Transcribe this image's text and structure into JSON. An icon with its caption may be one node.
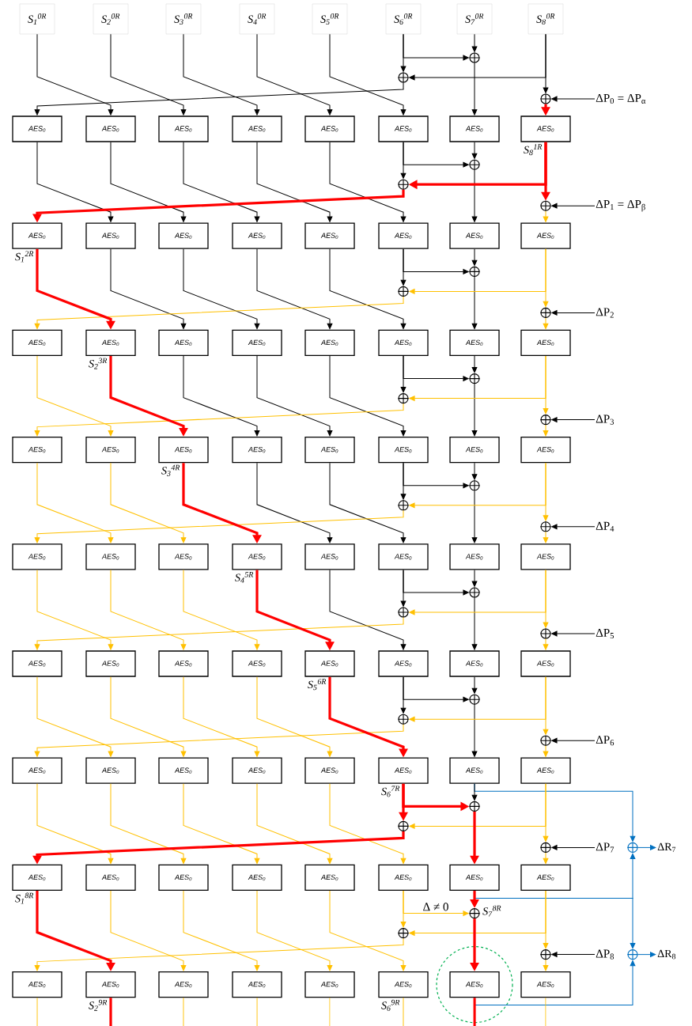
{
  "diagram": {
    "nodes": [
      {
        "text": [
          "S$_{1}$$^{0R}$"
        ]
      },
      {
        "text": [
          "S$_{2}$$^{0R}$"
        ]
      },
      {
        "text": [
          "S$_{3}$$^{0R}$"
        ]
      },
      {
        "text": [
          "S$_{4}$$^{0R}$"
        ]
      },
      {
        "text": [
          "S$_{5}$$^{0R}$"
        ]
      },
      {
        "text": [
          "S$_{6}$$^{0R}$"
        ]
      },
      {
        "text": [
          "S$_{7}$$^{0R}$"
        ]
      },
      {
        "text": [
          "S$_{8}$$^{0R}$"
        ]
      },
      {
        "text": [
          "AES$_{0}$"
        ]
      },
      {
        "text": [
          "AES$_{0}$"
        ]
      },
      {
        "text": [
          "AES$_{0}$"
        ]
      },
      {
        "text": [
          "AES$_{0}$"
        ]
      },
      {
        "text": [
          "AES$_{0}$"
        ]
      },
      {
        "text": [
          "AES$_{0}$"
        ]
      },
      {
        "text": [
          "AES$_{0}$"
        ]
      },
      {
        "text": [
          "AES$_{0}$"
        ],
        "beside": [
          "S$_{8}$$^{1R}$"
        ]
      },
      {
        "text": [
          "AES$_{0}$"
        ],
        "beside": [
          "S$_{1}$$^{2R}$"
        ]
      },
      {
        "text": [
          "AES$_{0}$"
        ]
      },
      {
        "text": [
          "AES$_{0}$"
        ]
      },
      {
        "text": [
          "AES$_{0}$"
        ]
      },
      {
        "text": [
          "AES$_{0}$"
        ]
      },
      {
        "text": [
          "AES$_{0}$"
        ]
      },
      {
        "text": [
          "AES$_{0}$"
        ]
      },
      {
        "text": [
          "AES$_{0}$"
        ]
      },
      {
        "text": [
          "AES$_{0}$"
        ]
      },
      {
        "text": [
          "AES$_{0}$"
        ],
        "beside": [
          "S$_{2}$$^{3R}$"
        ]
      },
      {
        "text": [
          "AES$_{0}$"
        ]
      },
      {
        "text": [
          "AES$_{0}$"
        ]
      },
      {
        "text": [
          "AES$_{0}$"
        ]
      },
      {
        "text": [
          "AES$_{0}$"
        ]
      },
      {
        "text": [
          "AES$_{0}$"
        ]
      },
      {
        "text": [
          "AES$_{0}$"
        ]
      },
      {
        "text": [
          "AES$_{0}$"
        ]
      },
      {
        "text": [
          "AES$_{0}$"
        ]
      },
      {
        "text": [
          "AES$_{0}$"
        ],
        "beside": [
          "S$_{3}$$^{4R}$"
        ]
      },
      {
        "text": [
          "AES$_{0}$"
        ]
      },
      {
        "text": [
          "AES$_{0}$"
        ]
      },
      {
        "text": [
          "AES$_{0}$"
        ]
      },
      {
        "text": [
          "AES$_{0}$"
        ]
      },
      {
        "text": [
          "AES$_{0}$"
        ]
      },
      {
        "text": [
          "AES$_{0}$"
        ]
      },
      {
        "text": [
          "AES$_{0}$"
        ]
      },
      {
        "text": [
          "AES$_{0}$"
        ]
      },
      {
        "text": [
          "AES$_{0}$"
        ],
        "beside": [
          "S$_{4}$$^{5R}$"
        ]
      },
      {
        "text": [
          "AES$_{0}$"
        ]
      },
      {
        "text": [
          "AES$_{0}$"
        ]
      },
      {
        "text": [
          "AES$_{0}$"
        ]
      },
      {
        "text": [
          "AES$_{0}$"
        ]
      },
      {
        "text": [
          "AES$_{0}$"
        ]
      },
      {
        "text": [
          "AES$_{0}$"
        ]
      },
      {
        "text": [
          "AES$_{0}$"
        ]
      },
      {
        "text": [
          "AES$_{0}$"
        ]
      },
      {
        "text": [
          "AES$_{0}$"
        ],
        "beside": [
          "S$_{5}$$^{6R}$"
        ]
      },
      {
        "text": [
          "AES$_{0}$"
        ]
      },
      {
        "text": [
          "AES$_{0}$"
        ]
      },
      {
        "text": [
          "AES$_{0}$"
        ]
      },
      {
        "text": [
          "AES$_{0}$"
        ]
      },
      {
        "text": [
          "AES$_{0}$"
        ]
      },
      {
        "text": [
          "AES$_{0}$"
        ]
      },
      {
        "text": [
          "AES$_{0}$"
        ]
      },
      {
        "text": [
          "AES$_{0}$"
        ]
      },
      {
        "text": [
          "AES$_{0}$"
        ],
        "beside": [
          "S$_{6}$$^{7R}$"
        ]
      },
      {
        "text": [
          "AES$_{0}$"
        ]
      },
      {
        "text": [
          "AES$_{0}$"
        ]
      },
      {
        "text": [
          "AES$_{0}$"
        ],
        "beside": [
          "S$_{1}$$^{8R}$"
        ]
      },
      {
        "text": [
          "AES$_{0}$"
        ]
      },
      {
        "text": [
          "AES$_{0}$"
        ]
      },
      {
        "text": [
          "AES$_{0}$"
        ]
      },
      {
        "text": [
          "AES$_{0}$"
        ]
      },
      {
        "text": [
          "AES$_{0}$"
        ]
      },
      {
        "text": [
          "AES$_{0}$"
        ]
      },
      {
        "text": [
          "AES$_{0}$"
        ]
      },
      {
        "text": [
          "AES$_{0}$"
        ]
      },
      {
        "text": [
          "AES$_{0}$"
        ],
        "beside": [
          "S$_{2}$$^{9R}$"
        ]
      },
      {
        "text": [
          "AES$_{0}$"
        ]
      },
      {
        "text": [
          "AES$_{0}$"
        ]
      },
      {
        "text": [
          "AES$_{0}$"
        ]
      },
      {
        "text": [
          "AES$_{0}$"
        ],
        "beside": [
          "S$_{6}$$^{9R}$"
        ]
      },
      {
        "text": [
          "AES$_{0}$"
        ]
      },
      {
        "text": [
          "AES$_{0}$"
        ]
      },
      {
        "text": [],
        "shape": "circle"
      },
      {
        "text": [],
        "shape": "circle"
      },
      {
        "text": [],
        "shape": "circle"
      },
      {
        "text": [],
        "shape": "circle"
      },
      {
        "text": [],
        "shape": "circle"
      },
      {
        "text": [],
        "shape": "circle"
      },
      {
        "text": [],
        "shape": "circle"
      },
      {
        "text": [],
        "shape": "circle"
      },
      {
        "text": [],
        "shape": "circle"
      },
      {
        "text": [],
        "shape": "circle"
      },
      {
        "text": [],
        "shape": "circle"
      },
      {
        "text": [],
        "shape": "circle"
      },
      {
        "text": [],
        "shape": "circle"
      },
      {
        "text": [],
        "shape": "circle"
      },
      {
        "text": [],
        "shape": "circle"
      },
      {
        "text": [],
        "shape": "circle"
      },
      {
        "text": [],
        "shape": "circle"
      },
      {
        "text": [],
        "shape": "circle"
      },
      {
        "text": [],
        "shape": "circle"
      },
      {
        "text": [],
        "shape": "circle"
      },
      {
        "text": [],
        "shape": "circle"
      },
      {
        "text": [],
        "shape": "circle"
      },
      {
        "text": [],
        "shape": "circle"
      },
      {
        "text": [],
        "shape": "circle"
      },
      {
        "text": [],
        "shape": "circle",
        "beside": [
          "S$_{7}$$^{8R}$"
        ]
      },
      {
        "text": [],
        "shape": "circle"
      },
      {
        "text": [],
        "shape": "circle"
      },
      {
        "text": [
          "ΔP$_{0}$ = ΔP$_{α}$"
        ]
      },
      {
        "text": [
          "ΔP$_{1}$ = ΔP$_{β}$"
        ]
      },
      {
        "text": [
          "ΔP$_{2}$"
        ]
      },
      {
        "text": [
          "ΔP$_{3}$"
        ]
      },
      {
        "text": [
          "ΔP$_{4}$"
        ]
      },
      {
        "text": [
          "ΔP$_{5}$"
        ]
      },
      {
        "text": [
          "ΔP$_{6}$"
        ]
      },
      {
        "text": [
          "ΔP$_{7}$"
        ]
      },
      {
        "text": [
          "ΔP$_{8}$"
        ]
      },
      {
        "text": [],
        "shape": "circle"
      },
      {
        "text": [],
        "shape": "circle"
      },
      {
        "text": [
          "ΔR$_{7}$"
        ]
      },
      {
        "text": [
          "ΔR$_{8}$"
        ]
      }
    ],
    "edges": [
      {
        "from": 0,
        "to": 9,
        "arrow": "to"
      },
      {
        "from": 1,
        "to": 10,
        "arrow": "to"
      },
      {
        "from": 2,
        "to": 11,
        "arrow": "to"
      },
      {
        "from": 3,
        "to": 12,
        "arrow": "to"
      },
      {
        "from": 4,
        "to": 13,
        "arrow": "to"
      },
      {
        "from": 5,
        "to": 81,
        "arrow": "to"
      },
      {
        "from": 5,
        "to": 80,
        "arrow": "to"
      },
      {
        "from": 6,
        "to": 80,
        "arrow": "to"
      },
      {
        "from": 80,
        "to": 14,
        "arrow": "to"
      },
      {
        "from": 7,
        "to": 81,
        "arrow": "to"
      },
      {
        "from": 7,
        "to": 82,
        "arrow": "to"
      },
      {
        "from": 107,
        "to": 82,
        "arrow": "to"
      },
      {
        "from": 82,
        "to": 15,
        "arrow": "to",
        "color": "#ff0000",
        "style": "thick"
      },
      {
        "from": 81,
        "to": 8,
        "arrow": "to"
      },
      {
        "from": 8,
        "to": 17,
        "arrow": "to"
      },
      {
        "from": 9,
        "to": 18,
        "arrow": "to"
      },
      {
        "from": 10,
        "to": 19,
        "arrow": "to"
      },
      {
        "from": 11,
        "to": 20,
        "arrow": "to"
      },
      {
        "from": 12,
        "to": 21,
        "arrow": "to"
      },
      {
        "from": 13,
        "to": 84,
        "arrow": "to"
      },
      {
        "from": 13,
        "to": 83,
        "arrow": "to"
      },
      {
        "from": 14,
        "to": 83,
        "arrow": "to"
      },
      {
        "from": 83,
        "to": 22,
        "arrow": "to"
      },
      {
        "from": 15,
        "to": 84,
        "arrow": "to",
        "color": "#ff0000",
        "style": "thick"
      },
      {
        "from": 15,
        "to": 85,
        "arrow": "to",
        "color": "#ff0000",
        "style": "thick"
      },
      {
        "from": 108,
        "to": 85,
        "arrow": "to"
      },
      {
        "from": 85,
        "to": 23,
        "arrow": "to",
        "color": "#ffc000"
      },
      {
        "from": 84,
        "to": 16,
        "arrow": "to",
        "color": "#ff0000",
        "style": "thick"
      },
      {
        "from": 16,
        "to": 25,
        "arrow": "to",
        "color": "#ff0000",
        "style": "thick"
      },
      {
        "from": 17,
        "to": 26,
        "arrow": "to"
      },
      {
        "from": 18,
        "to": 27,
        "arrow": "to"
      },
      {
        "from": 19,
        "to": 28,
        "arrow": "to"
      },
      {
        "from": 20,
        "to": 29,
        "arrow": "to"
      },
      {
        "from": 21,
        "to": 87,
        "arrow": "to"
      },
      {
        "from": 21,
        "to": 86,
        "arrow": "to"
      },
      {
        "from": 22,
        "to": 86,
        "arrow": "to"
      },
      {
        "from": 86,
        "to": 30,
        "arrow": "to"
      },
      {
        "from": 23,
        "to": 87,
        "arrow": "to",
        "color": "#ffc000"
      },
      {
        "from": 23,
        "to": 88,
        "arrow": "to",
        "color": "#ffc000"
      },
      {
        "from": 109,
        "to": 88,
        "arrow": "to"
      },
      {
        "from": 88,
        "to": 31,
        "arrow": "to",
        "color": "#ffc000"
      },
      {
        "from": 87,
        "to": 24,
        "arrow": "to",
        "color": "#ffc000"
      },
      {
        "from": 24,
        "to": 33,
        "arrow": "to",
        "color": "#ffc000"
      },
      {
        "from": 25,
        "to": 34,
        "arrow": "to",
        "color": "#ff0000",
        "style": "thick"
      },
      {
        "from": 26,
        "to": 35,
        "arrow": "to"
      },
      {
        "from": 27,
        "to": 36,
        "arrow": "to"
      },
      {
        "from": 28,
        "to": 37,
        "arrow": "to"
      },
      {
        "from": 29,
        "to": 90,
        "arrow": "to"
      },
      {
        "from": 29,
        "to": 89,
        "arrow": "to"
      },
      {
        "from": 30,
        "to": 89,
        "arrow": "to"
      },
      {
        "from": 89,
        "to": 38,
        "arrow": "to"
      },
      {
        "from": 31,
        "to": 90,
        "arrow": "to",
        "color": "#ffc000"
      },
      {
        "from": 31,
        "to": 91,
        "arrow": "to",
        "color": "#ffc000"
      },
      {
        "from": 110,
        "to": 91,
        "arrow": "to"
      },
      {
        "from": 91,
        "to": 39,
        "arrow": "to",
        "color": "#ffc000"
      },
      {
        "from": 90,
        "to": 32,
        "arrow": "to",
        "color": "#ffc000"
      },
      {
        "from": 32,
        "to": 41,
        "arrow": "to",
        "color": "#ffc000"
      },
      {
        "from": 33,
        "to": 42,
        "arrow": "to",
        "color": "#ffc000"
      },
      {
        "from": 34,
        "to": 43,
        "arrow": "to",
        "color": "#ff0000",
        "style": "thick"
      },
      {
        "from": 35,
        "to": 44,
        "arrow": "to"
      },
      {
        "from": 36,
        "to": 45,
        "arrow": "to"
      },
      {
        "from": 37,
        "to": 93,
        "arrow": "to"
      },
      {
        "from": 37,
        "to": 92,
        "arrow": "to"
      },
      {
        "from": 38,
        "to": 92,
        "arrow": "to"
      },
      {
        "from": 92,
        "to": 46,
        "arrow": "to"
      },
      {
        "from": 39,
        "to": 93,
        "arrow": "to",
        "color": "#ffc000"
      },
      {
        "from": 39,
        "to": 94,
        "arrow": "to",
        "color": "#ffc000"
      },
      {
        "from": 111,
        "to": 94,
        "arrow": "to"
      },
      {
        "from": 94,
        "to": 47,
        "arrow": "to",
        "color": "#ffc000"
      },
      {
        "from": 93,
        "to": 40,
        "arrow": "to",
        "color": "#ffc000"
      },
      {
        "from": 40,
        "to": 49,
        "arrow": "to",
        "color": "#ffc000"
      },
      {
        "from": 41,
        "to": 50,
        "arrow": "to",
        "color": "#ffc000"
      },
      {
        "from": 42,
        "to": 51,
        "arrow": "to",
        "color": "#ffc000"
      },
      {
        "from": 43,
        "to": 52,
        "arrow": "to",
        "color": "#ff0000",
        "style": "thick"
      },
      {
        "from": 44,
        "to": 53,
        "arrow": "to"
      },
      {
        "from": 45,
        "to": 96,
        "arrow": "to"
      },
      {
        "from": 45,
        "to": 95,
        "arrow": "to"
      },
      {
        "from": 46,
        "to": 95,
        "arrow": "to"
      },
      {
        "from": 95,
        "to": 54,
        "arrow": "to"
      },
      {
        "from": 47,
        "to": 96,
        "arrow": "to",
        "color": "#ffc000"
      },
      {
        "from": 47,
        "to": 97,
        "arrow": "to",
        "color": "#ffc000"
      },
      {
        "from": 112,
        "to": 97,
        "arrow": "to"
      },
      {
        "from": 97,
        "to": 55,
        "arrow": "to",
        "color": "#ffc000"
      },
      {
        "from": 96,
        "to": 48,
        "arrow": "to",
        "color": "#ffc000"
      },
      {
        "from": 48,
        "to": 57,
        "arrow": "to",
        "color": "#ffc000"
      },
      {
        "from": 49,
        "to": 58,
        "arrow": "to",
        "color": "#ffc000"
      },
      {
        "from": 50,
        "to": 59,
        "arrow": "to",
        "color": "#ffc000"
      },
      {
        "from": 51,
        "to": 60,
        "arrow": "to",
        "color": "#ffc000"
      },
      {
        "from": 52,
        "to": 61,
        "arrow": "to",
        "color": "#ff0000",
        "style": "thick"
      },
      {
        "from": 53,
        "to": 99,
        "arrow": "to"
      },
      {
        "from": 53,
        "to": 98,
        "arrow": "to"
      },
      {
        "from": 54,
        "to": 98,
        "arrow": "to"
      },
      {
        "from": 98,
        "to": 62,
        "arrow": "to"
      },
      {
        "from": 55,
        "to": 99,
        "arrow": "to",
        "color": "#ffc000"
      },
      {
        "from": 55,
        "to": 100,
        "arrow": "to",
        "color": "#ffc000"
      },
      {
        "from": 113,
        "to": 100,
        "arrow": "to"
      },
      {
        "from": 100,
        "to": 63,
        "arrow": "to",
        "color": "#ffc000"
      },
      {
        "from": 99,
        "to": 56,
        "arrow": "to",
        "color": "#ffc000"
      },
      {
        "from": 56,
        "to": 65,
        "arrow": "to",
        "color": "#ffc000"
      },
      {
        "from": 57,
        "to": 66,
        "arrow": "to",
        "color": "#ffc000"
      },
      {
        "from": 58,
        "to": 67,
        "arrow": "to",
        "color": "#ffc000"
      },
      {
        "from": 59,
        "to": 68,
        "arrow": "to",
        "color": "#ffc000"
      },
      {
        "from": 60,
        "to": 69,
        "arrow": "to",
        "color": "#ffc000"
      },
      {
        "from": 61,
        "to": 102,
        "arrow": "to",
        "color": "#ff0000",
        "style": "thick"
      },
      {
        "from": 61,
        "to": 101,
        "arrow": "to",
        "color": "#ff0000",
        "style": "thick"
      },
      {
        "from": 62,
        "to": 101,
        "arrow": "to"
      },
      {
        "from": 101,
        "to": 70,
        "arrow": "to",
        "color": "#ff0000",
        "style": "thick"
      },
      {
        "from": 63,
        "to": 102,
        "arrow": "to",
        "color": "#ffc000"
      },
      {
        "from": 63,
        "to": 103,
        "arrow": "to",
        "color": "#ffc000"
      },
      {
        "from": 114,
        "to": 103,
        "arrow": "to"
      },
      {
        "from": 103,
        "to": 71,
        "arrow": "to",
        "color": "#ffc000"
      },
      {
        "from": 102,
        "to": 64,
        "arrow": "to",
        "color": "#ff0000",
        "style": "thick"
      },
      {
        "from": 64,
        "to": 73,
        "arrow": "to",
        "color": "#ff0000",
        "style": "thick"
      },
      {
        "from": 65,
        "to": 74,
        "arrow": "to",
        "color": "#ffc000"
      },
      {
        "from": 66,
        "to": 75,
        "arrow": "to",
        "color": "#ffc000"
      },
      {
        "from": 67,
        "to": 76,
        "arrow": "to",
        "color": "#ffc000"
      },
      {
        "from": 68,
        "to": 77,
        "arrow": "to",
        "color": "#ffc000"
      },
      {
        "from": 69,
        "to": 105,
        "arrow": "to",
        "color": "#ffc000"
      },
      {
        "from": 69,
        "to": 104,
        "arrow": "to",
        "color": "#ffc000",
        "label": "Δ ≠ 0"
      },
      {
        "from": 70,
        "to": 104,
        "arrow": "to",
        "color": "#ff0000",
        "style": "thick"
      },
      {
        "from": 104,
        "to": 78,
        "arrow": "to",
        "color": "#ff0000",
        "style": "thick"
      },
      {
        "from": 71,
        "to": 105,
        "arrow": "to",
        "color": "#ffc000"
      },
      {
        "from": 71,
        "to": 106,
        "arrow": "to",
        "color": "#ffc000"
      },
      {
        "from": 115,
        "to": 106,
        "arrow": "to"
      },
      {
        "from": 106,
        "to": 79,
        "arrow": "to",
        "color": "#ffc000"
      },
      {
        "from": 105,
        "to": 72,
        "arrow": "to",
        "color": "#ffc000"
      },
      {
        "from": 72,
        "to": null,
        "arrow": "none",
        "color": "#ffc000"
      },
      {
        "from": 73,
        "to": null,
        "arrow": "none",
        "color": "#ff0000",
        "style": "thick"
      },
      {
        "from": 74,
        "to": null,
        "arrow": "none",
        "color": "#ffc000"
      },
      {
        "from": 75,
        "to": null,
        "arrow": "none",
        "color": "#ffc000"
      },
      {
        "from": 76,
        "to": null,
        "arrow": "none",
        "color": "#ffc000"
      },
      {
        "from": 77,
        "to": null,
        "arrow": "none",
        "color": "#ffc000"
      },
      {
        "from": 78,
        "to": null,
        "arrow": "none",
        "color": "#ff0000",
        "style": "thick"
      },
      {
        "from": 79,
        "to": null,
        "arrow": "none",
        "color": "#ffc000"
      },
      {
        "from": 62,
        "to": 116,
        "arrow": "to",
        "color": "#0070c0"
      },
      {
        "from": 70,
        "to": 116,
        "arrow": "to",
        "color": "#0070c0"
      },
      {
        "from": 70,
        "to": 117,
        "arrow": "to",
        "color": "#0070c0"
      },
      {
        "from": 78,
        "to": 117,
        "arrow": "to",
        "color": "#0070c0"
      },
      {
        "from": 116,
        "to": 118,
        "arrow": "to",
        "color": "#0070c0"
      },
      {
        "from": 117,
        "to": 119,
        "arrow": "to",
        "color": "#0070c0"
      }
    ]
  }
}
